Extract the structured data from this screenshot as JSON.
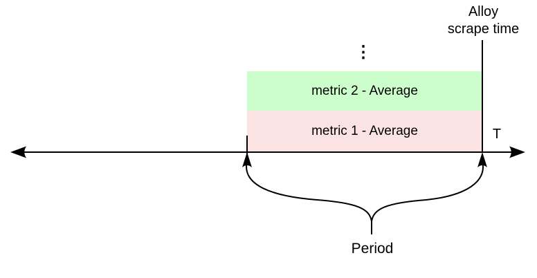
{
  "diagram": {
    "type": "timeline-annotation",
    "background": "#ffffff",
    "line_color": "#000000"
  },
  "timeline": {
    "axis_label": "T"
  },
  "annotations": {
    "scrape_time_line1": "Alloy",
    "scrape_time_line2": "scrape time",
    "ellipsis": "⋮",
    "period_label": "Period"
  },
  "boxes": [
    {
      "label": "metric 2 - Average",
      "fill": "#ccfecc"
    },
    {
      "label": "metric 1 - Average",
      "fill": "#fbe3e3"
    }
  ]
}
